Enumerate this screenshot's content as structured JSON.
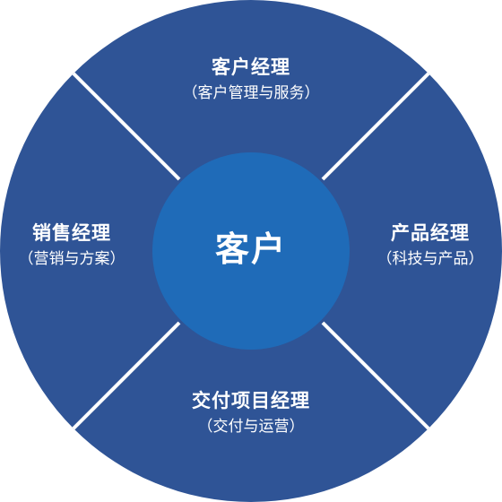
{
  "colors": {
    "outer_ring": "#2F5496",
    "center_circle": "#1F6BB8",
    "divider": "#FFFFFF",
    "text": "#FFFFFF"
  },
  "center": {
    "label": "客户"
  },
  "segments": {
    "top": {
      "title": "客户经理",
      "subtitle": "（客户管理与服务）"
    },
    "right": {
      "title": "产品经理",
      "subtitle": "（科技与产品）"
    },
    "bottom": {
      "title": "交付项目经理",
      "subtitle": "（交付与运营）"
    },
    "left": {
      "title": "销售经理",
      "subtitle": "（营销与方案）"
    }
  }
}
